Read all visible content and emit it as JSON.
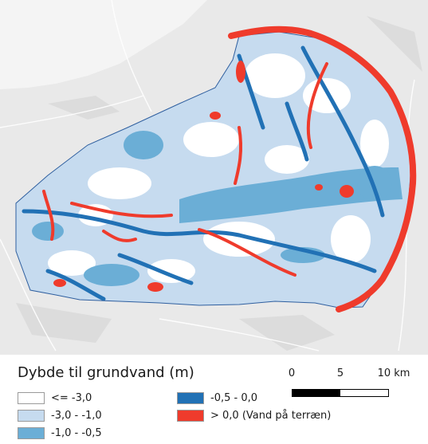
{
  "legend": {
    "title": "Dybde til grundvand (m)",
    "items": [
      {
        "label": "<= -3,0",
        "color": "#ffffff"
      },
      {
        "label": "-3,0 - -1,0",
        "color": "#c6dbef"
      },
      {
        "label": "-1,0 - -0,5",
        "color": "#6baed6"
      },
      {
        "label": "-0,5 - 0,0",
        "color": "#2171b5"
      },
      {
        "label": "> 0,0 (Vand på terræn)",
        "color": "#ef3b2c"
      }
    ]
  },
  "scalebar": {
    "labels": [
      "0",
      "5",
      "10 km"
    ]
  },
  "colors": {
    "background_land": "#e6e6e6",
    "water_sea": "#ffffff"
  }
}
